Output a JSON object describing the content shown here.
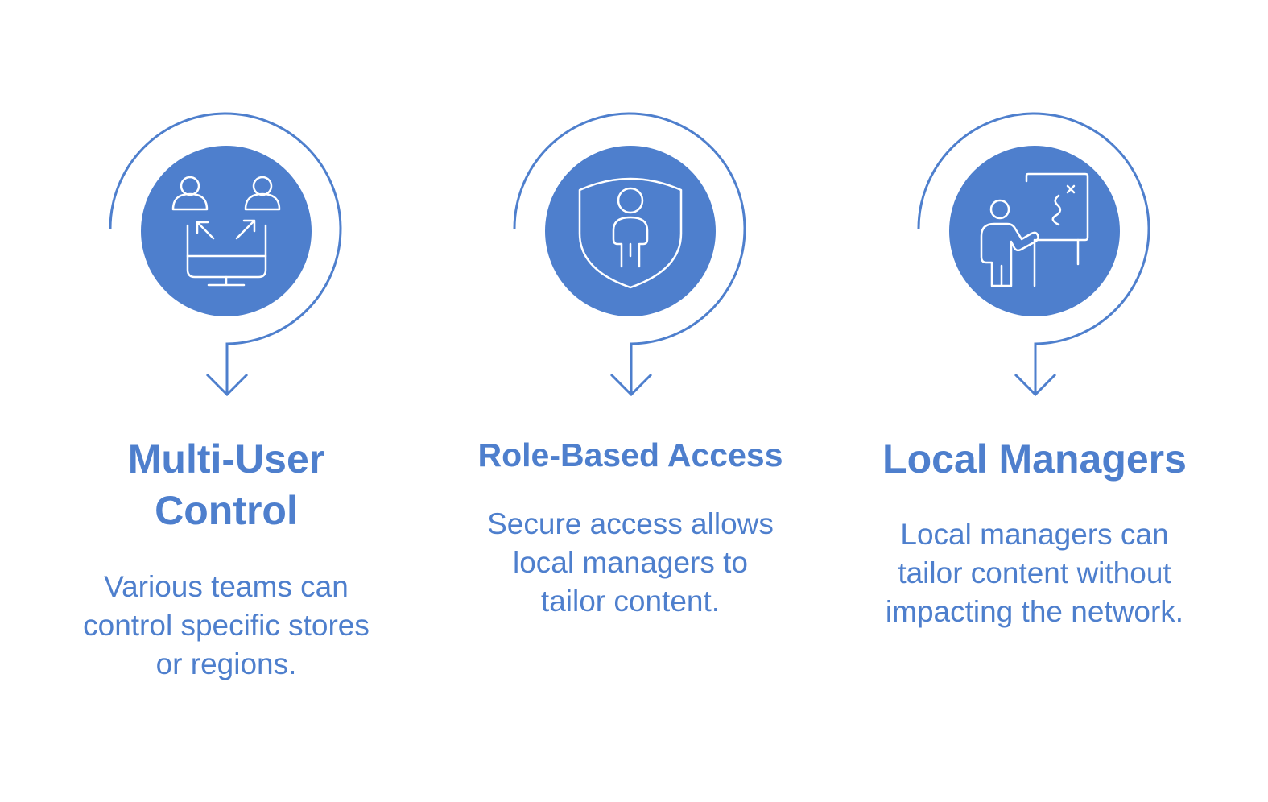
{
  "colors": {
    "accent": "#4e7fcd",
    "icon_stroke": "#ffffff",
    "background": "#ffffff"
  },
  "items": [
    {
      "icon": "users-monitor-icon",
      "title": "Multi-User Control",
      "title_lines": [
        "Multi-User",
        "Control"
      ],
      "description_lines": [
        "Various teams can",
        "control specific stores",
        "or regions."
      ]
    },
    {
      "icon": "shield-user-icon",
      "title": "Role-Based Access",
      "title_lines": [
        "Role-Based Access"
      ],
      "description_lines": [
        "Secure access allows",
        "local managers to",
        "tailor content."
      ]
    },
    {
      "icon": "presenter-board-icon",
      "title": "Local Managers",
      "title_lines": [
        "Local Managers"
      ],
      "description_lines": [
        "Local managers can",
        "tailor content without",
        "impacting the network."
      ]
    }
  ]
}
